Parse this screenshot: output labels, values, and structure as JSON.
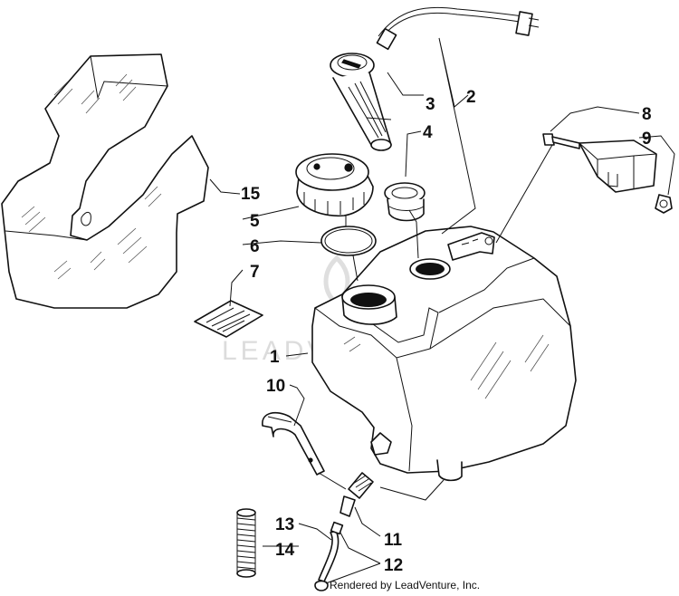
{
  "diagram": {
    "callouts": [
      "1",
      "2",
      "3",
      "4",
      "5",
      "6",
      "7",
      "8",
      "9",
      "10",
      "11",
      "12",
      "13",
      "14",
      "15"
    ],
    "parts": [
      {
        "id": "fuel-tank",
        "callout": "1"
      },
      {
        "id": "fuel-gauge-sender-assembly",
        "callout": "2"
      },
      {
        "id": "sender-tube",
        "callout": "3"
      },
      {
        "id": "sender-grommet",
        "callout": "4"
      },
      {
        "id": "fuel-cap",
        "callout": "5"
      },
      {
        "id": "o-ring",
        "callout": "6"
      },
      {
        "id": "decal",
        "callout": "7"
      },
      {
        "id": "screw",
        "callout": "8"
      },
      {
        "id": "nut",
        "callout": "9"
      },
      {
        "id": "strap",
        "callout": "10"
      },
      {
        "id": "fitting",
        "callout": "11"
      },
      {
        "id": "hose-clamp",
        "callout": "12"
      },
      {
        "id": "fuel-hose",
        "callout": "13"
      },
      {
        "id": "spring-sleeve",
        "callout": "14"
      },
      {
        "id": "heat-shield",
        "callout": "15"
      }
    ]
  },
  "watermark": "LEADVENTURE",
  "credit": "Rendered by LeadVenture, Inc."
}
